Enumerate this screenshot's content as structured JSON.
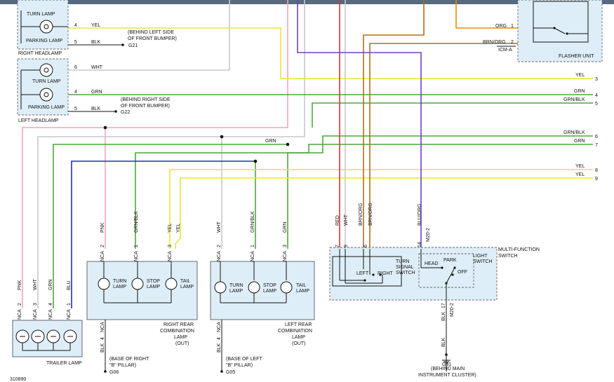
{
  "colors": {
    "pnk": "#f2a6b4",
    "wht": "#c8c8c8",
    "grn": "#4aa83a",
    "blu": "#1e2fc0",
    "yel": "#ece436",
    "red": "#e03030",
    "org": "#f08a00",
    "brnorg": "#b0701a",
    "purple": "#7040c0",
    "header": "#566a80",
    "box": "#deeef8"
  },
  "right_headlamp": {
    "name": "RIGHT HEADLAMP",
    "turn": "TURN LAMP",
    "parking": "PARKING LAMP",
    "pin4": "4",
    "pin5": "5",
    "yel": "YEL",
    "blk": "BLK",
    "note1": "(BEHIND LEFT SIDE",
    "note2": "OF FRONT BUMPER)",
    "ground": "G21"
  },
  "left_headlamp": {
    "name": "LEFT HEADLAMP",
    "turn": "TURN LAMP",
    "parking": "PARKING LAMP",
    "pin6": "6",
    "pin4": "4",
    "pin5": "5",
    "wht": "WHT",
    "grn": "GRN",
    "blk": "BLK",
    "note1": "(BEHIND RIGHT SIDE",
    "note2": "OF FRONT BUMPER)",
    "ground": "G22"
  },
  "flasher": {
    "name": "FLASHER UNIT",
    "pin1": "1",
    "pin2": "2",
    "org": "ORG",
    "brnorg": "BRN/ORG",
    "conn": "ICM-A"
  },
  "right_side": {
    "yel1": "YEL",
    "n3": "3",
    "grn1": "GRN",
    "n4": "4",
    "grnblk1": "GRN/BLK",
    "n5": "5",
    "grnblk2": "GRN/BLK",
    "n6": "6",
    "grn2": "GRN",
    "n7": "7",
    "yel2": "YEL",
    "n8": "8",
    "yel3": "YEL",
    "n9": "9"
  },
  "mid_grn": "GRN",
  "rr_lamp": {
    "c1": "PNK",
    "c2": "GRN/BLK",
    "c3": "YEL",
    "c3b": "YEL",
    "p1": "2",
    "p2": "1",
    "p3": "3",
    "nca": "NCA",
    "turn1": "TURN",
    "turn2": "LAMP",
    "stop1": "STOP",
    "stop2": "LAMP",
    "tail1": "TAIL",
    "tail2": "LAMP",
    "name1": "RIGHT REAR",
    "name2": "COMBINATION",
    "name3": "LAMP",
    "name4": "(OUT)",
    "gpin": "4",
    "gnca": "NCA",
    "gblk": "BLK",
    "gnote1": "(BASE OF RIGHT",
    "gnote2": "\"B\" PILLAR)",
    "ground": "G06"
  },
  "lr_lamp": {
    "c1": "WHT",
    "c2": "GRN/BLK",
    "c3": "GRN",
    "p1": "2",
    "p2": "1",
    "p3": "3",
    "nca": "NCA",
    "turn1": "TURN",
    "turn2": "LAMP",
    "stop1": "STOP",
    "stop2": "LAMP",
    "tail1": "TAIL",
    "tail2": "LAMP",
    "name1": "LEFT REAR",
    "name2": "COMBINATION",
    "name3": "LAMP",
    "name4": "(OUT)",
    "gpin": "4",
    "gnca": "NCA",
    "gblk": "BLK",
    "gnote1": "(BASE OF LEFT",
    "gnote2": "\"B\" PILLAR)",
    "ground": "G05"
  },
  "trailer": {
    "name": "TRAILER LAMP",
    "c1": "PNK",
    "c2": "WHT",
    "c3": "GRN",
    "c4": "BLU",
    "p1": "2",
    "p2": "3",
    "p3": "4",
    "p4": "1",
    "nca": "NCA"
  },
  "mfs": {
    "c1": "RED",
    "c2": "WHT",
    "c3": "BRN/ORG",
    "c4": "BRN/ORG",
    "c5": "BLU/ORG",
    "p1": "7",
    "p2": "9",
    "p3": "6",
    "p4": "14",
    "conn": "M20-2",
    "name1": "MULTI-FUNCTION",
    "name2": "SWITCH",
    "turn1": "TURN",
    "turn2": "SIGNAL",
    "turn3": "SWITCH",
    "left": "LEFT",
    "right": "RIGHT",
    "head": "HEAD",
    "park": "PARK",
    "light1": "LIGHT",
    "light2": "SWITCH",
    "off": "OFF",
    "gpin": "17",
    "gconn": "M20-2",
    "gblk": "BLK",
    "gblk2": "BLK",
    "ground": "G31",
    "gnote1": "(BEHIND MAIN",
    "gnote2": "INSTRUMENT CLUSTER)"
  },
  "fig": "310890"
}
